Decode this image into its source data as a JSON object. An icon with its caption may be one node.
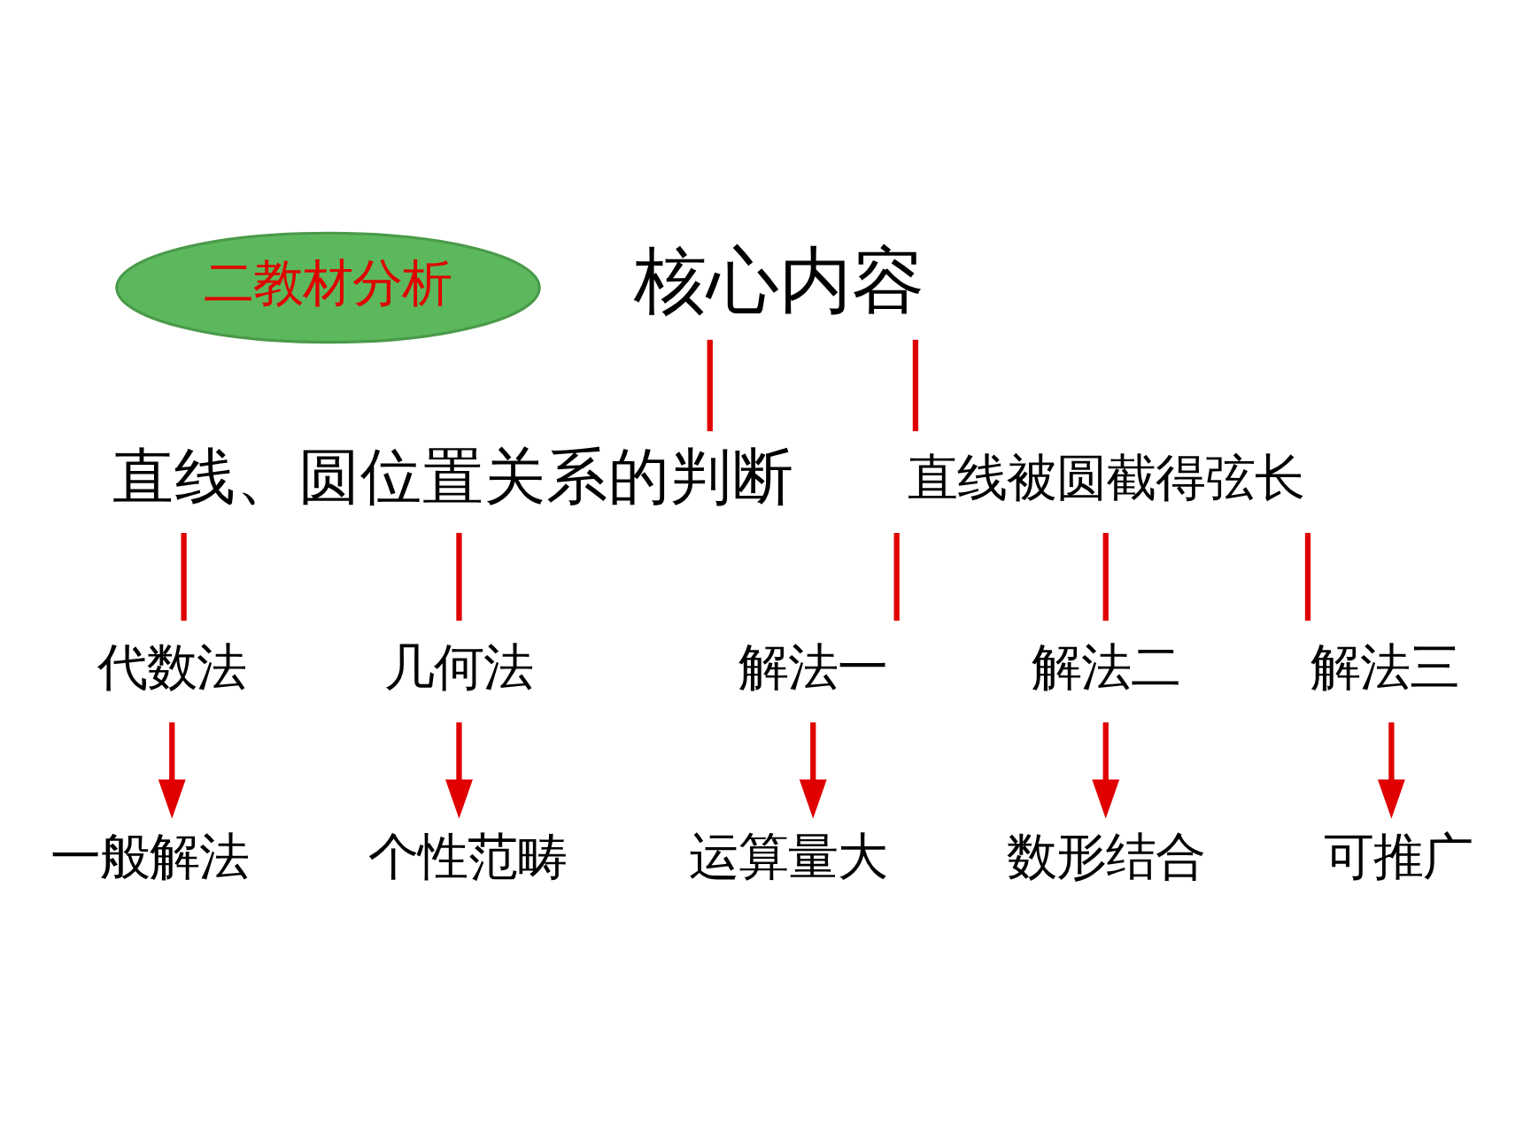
{
  "diagram": {
    "nodes": [
      {
        "text": [
          "二教材分析"
        ]
      },
      {
        "text": [
          "核心内容"
        ]
      },
      {
        "text": [
          "直线、圆位置关系的判断"
        ]
      },
      {
        "text": [
          "直线被圆截得弦长"
        ]
      },
      {
        "text": [
          "代数法"
        ]
      },
      {
        "text": [
          "几何法"
        ]
      },
      {
        "text": [
          "解法一"
        ]
      },
      {
        "text": [
          "解法二"
        ]
      },
      {
        "text": [
          "解法三"
        ]
      },
      {
        "text": [
          "一般解法"
        ]
      },
      {
        "text": [
          "个性范畴"
        ]
      },
      {
        "text": [
          "运算量大"
        ]
      },
      {
        "text": [
          "数形结合"
        ]
      },
      {
        "text": [
          "可推广"
        ]
      }
    ],
    "edges": [
      {
        "from": 1,
        "to": 2,
        "arrow": "none"
      },
      {
        "from": 1,
        "to": 3,
        "arrow": "none"
      },
      {
        "from": 2,
        "to": 4,
        "arrow": "none"
      },
      {
        "from": 2,
        "to": 5,
        "arrow": "none"
      },
      {
        "from": 3,
        "to": 6,
        "arrow": "none"
      },
      {
        "from": 3,
        "to": 7,
        "arrow": "none"
      },
      {
        "from": 3,
        "to": 8,
        "arrow": "none"
      },
      {
        "from": 4,
        "to": 9,
        "arrow": "to"
      },
      {
        "from": 5,
        "to": 10,
        "arrow": "to"
      },
      {
        "from": 6,
        "to": 11,
        "arrow": "to"
      },
      {
        "from": 7,
        "to": 12,
        "arrow": "to"
      },
      {
        "from": 8,
        "to": 13,
        "arrow": "to"
      }
    ]
  }
}
